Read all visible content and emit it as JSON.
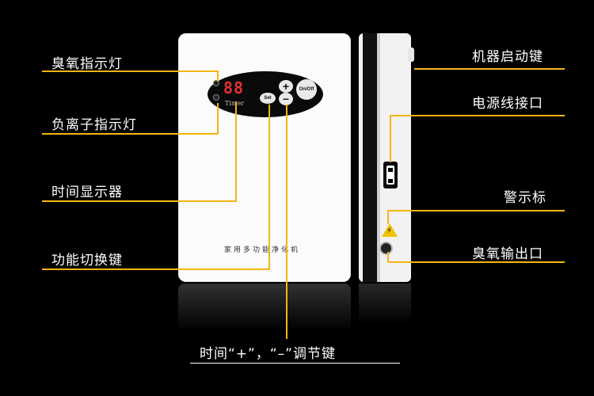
{
  "labels": {
    "ozone_indicator": "臭氧指示灯",
    "anion_indicator": "负离子指示灯",
    "time_display": "时间显示器",
    "function_switch": "功能切换键",
    "time_adjust": "时间“+”，“–”调节键",
    "power_button": "机器启动键",
    "power_socket": "电源线接口",
    "warning_sign": "警示标",
    "ozone_outlet": "臭氧输出口"
  },
  "device": {
    "display_value": "88",
    "timer_label": "Timer",
    "plus_button": "+",
    "minus_button": "–",
    "set_button": "Set",
    "onoff_button": "On/Off",
    "product_name": "家用多功能净化机"
  },
  "colors": {
    "background": "#000000",
    "leader_line": "#f5b514",
    "device_body": "#fbfbfb",
    "display_digits": "#e63030"
  }
}
